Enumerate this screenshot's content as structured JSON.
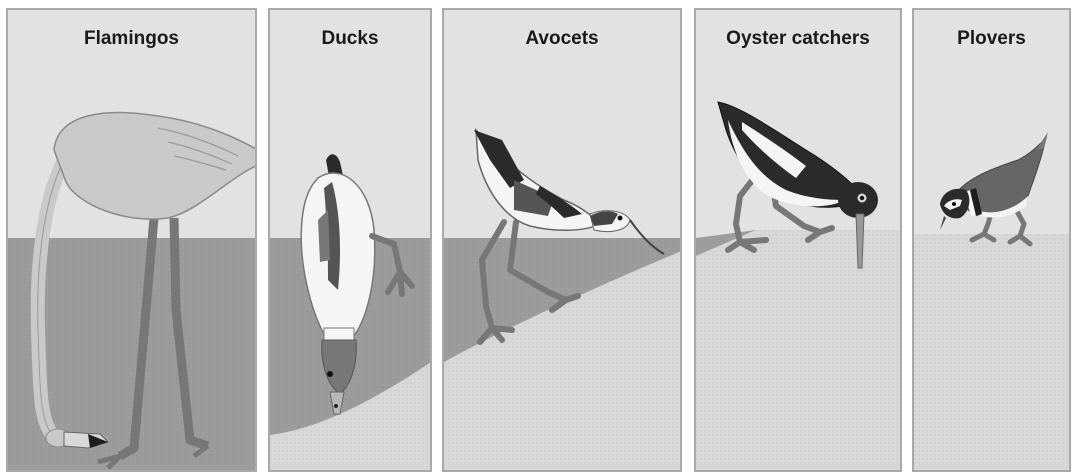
{
  "panels": [
    {
      "name": "Flamingos"
    },
    {
      "name": "Ducks"
    },
    {
      "name": "Avocets"
    },
    {
      "name": "Oyster catchers"
    },
    {
      "name": "Plovers"
    }
  ],
  "colors": {
    "sky": "#e2e2e2",
    "deep_water": "#9a9a9a",
    "shallow_sand": "#d8d8d8",
    "border": "#a9a9a9",
    "flamingo_body": "#c9c9c9",
    "legs": "#777777",
    "dark": "#2b2b2b",
    "white": "#f7f7f7"
  }
}
